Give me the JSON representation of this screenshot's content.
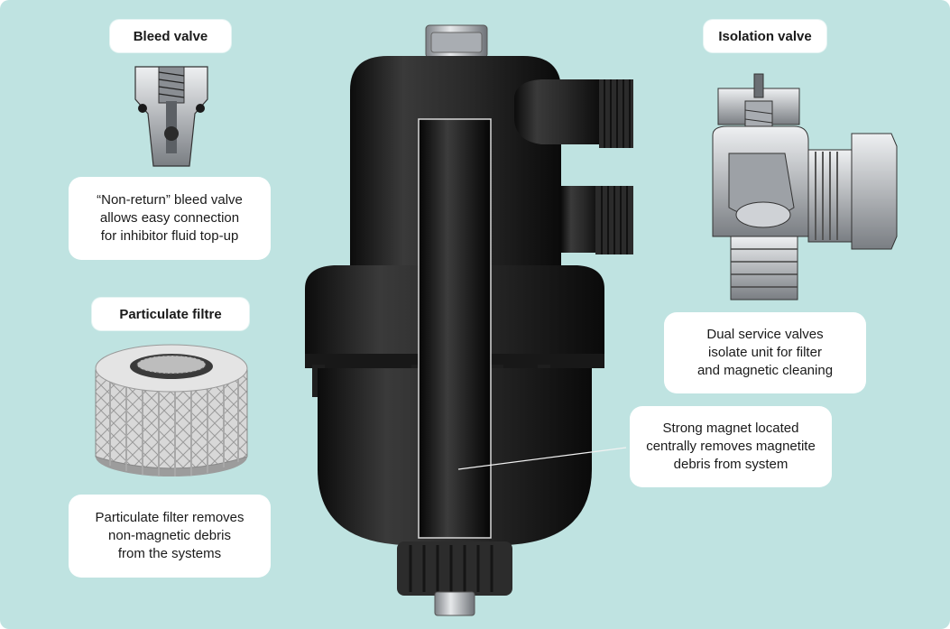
{
  "labels": {
    "bleed_valve_title": "Bleed valve",
    "bleed_valve_desc": "“Non-return” bleed valve\nallows easy connection\nfor inhibitor fluid top-up",
    "particulate_title": "Particulate filtre",
    "particulate_desc": "Particulate filter removes\nnon-magnetic debris\nfrom the systems",
    "isolation_title": "Isolation valve",
    "isolation_desc": "Dual service valves\nisolate unit for filter\nand magnetic cleaning",
    "magnet_desc": "Strong magnet located\ncentrally removes magnetite\ndebris from system"
  },
  "colors": {
    "background": "#bfe3e1",
    "body_dark": "#1c1c1c",
    "metal": "#c9ccd0",
    "callout_bg": "#ffffff"
  }
}
